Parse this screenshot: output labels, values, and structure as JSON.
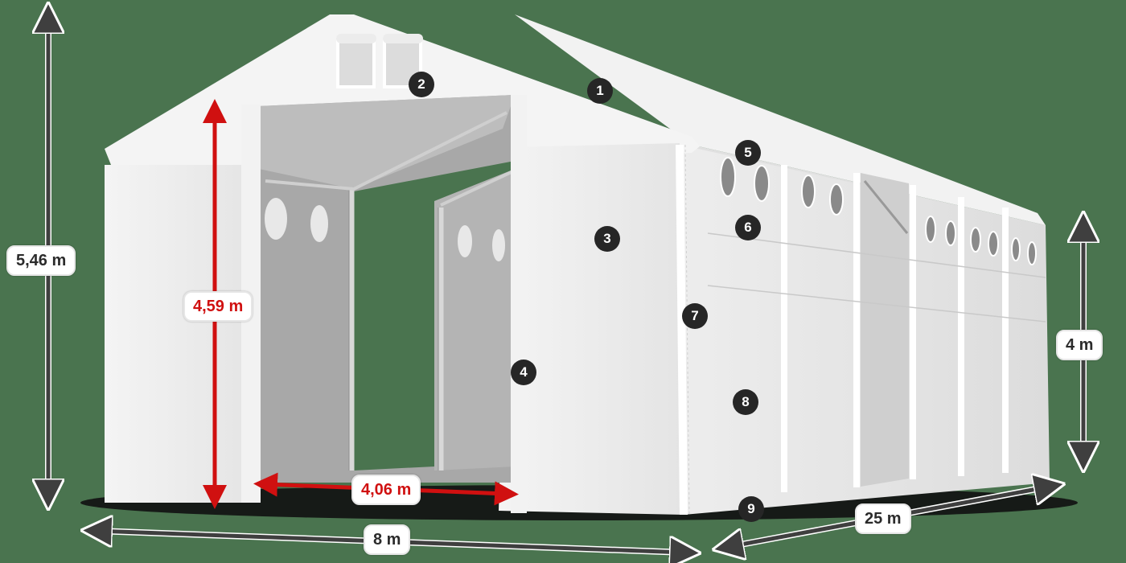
{
  "image": {
    "subject": "white hall tent with dimension annotations",
    "background_color": "#4a744f"
  },
  "dimensions": {
    "total_height": {
      "label": "5,46 m",
      "color": "#2b2b2b"
    },
    "door_height": {
      "label": "4,59 m",
      "color": "#d01010"
    },
    "door_width": {
      "label": "4,06 m",
      "color": "#d01010"
    },
    "side_height": {
      "label": "4 m",
      "color": "#2b2b2b"
    },
    "width": {
      "label": "8 m",
      "color": "#2b2b2b"
    },
    "length": {
      "label": "25 m",
      "color": "#2b2b2b"
    }
  },
  "callouts": [
    {
      "number": "1"
    },
    {
      "number": "2"
    },
    {
      "number": "3"
    },
    {
      "number": "4"
    },
    {
      "number": "5"
    },
    {
      "number": "6"
    },
    {
      "number": "7"
    },
    {
      "number": "8"
    },
    {
      "number": "9"
    }
  ]
}
